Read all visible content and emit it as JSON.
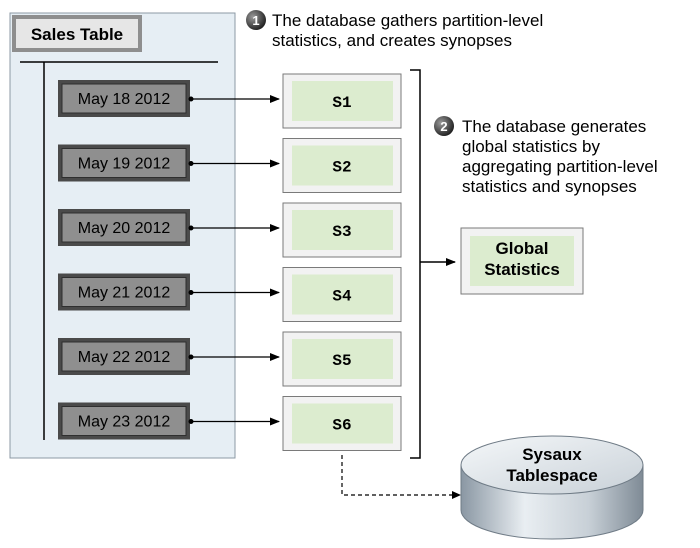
{
  "table": {
    "title": "Sales Table"
  },
  "partitions": [
    {
      "label": "May 18 2012",
      "synopsis": "S1"
    },
    {
      "label": "May 19 2012",
      "synopsis": "S2"
    },
    {
      "label": "May 20 2012",
      "synopsis": "S3"
    },
    {
      "label": "May 21 2012",
      "synopsis": "S4"
    },
    {
      "label": "May 22 2012",
      "synopsis": "S5"
    },
    {
      "label": "May 23 2012",
      "synopsis": "S6"
    }
  ],
  "step1": {
    "number": "1",
    "lines": [
      "The database gathers partition-level",
      "statistics, and creates synopses"
    ]
  },
  "step2": {
    "number": "2",
    "lines": [
      "The database generates",
      "global statistics by",
      "aggregating partition-level",
      "statistics and synopses"
    ]
  },
  "global": {
    "lines": [
      "Global",
      "Statistics"
    ]
  },
  "sysaux": {
    "lines": [
      "Sysaux",
      "Tablespace"
    ]
  }
}
